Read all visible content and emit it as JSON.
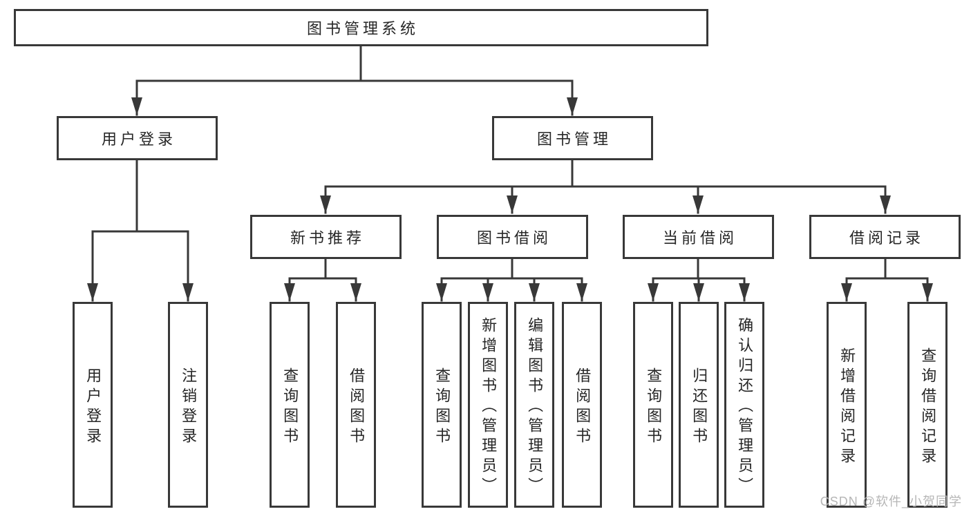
{
  "diagram": {
    "type": "hierarchy-tree",
    "root": {
      "label": "图书管理系统",
      "children": [
        {
          "label": "用户登录",
          "children": [
            {
              "label": "用户登录"
            },
            {
              "label": "注销登录"
            }
          ]
        },
        {
          "label": "图书管理",
          "children": [
            {
              "label": "新书推荐",
              "children": [
                {
                  "label": "查询图书"
                },
                {
                  "label": "借阅图书"
                }
              ]
            },
            {
              "label": "图书借阅",
              "children": [
                {
                  "label": "查询图书"
                },
                {
                  "label": "新增图书（管理员）"
                },
                {
                  "label": "编辑图书（管理员）"
                },
                {
                  "label": "借阅图书"
                }
              ]
            },
            {
              "label": "当前借阅",
              "children": [
                {
                  "label": "查询图书"
                },
                {
                  "label": "归还图书"
                },
                {
                  "label": "确认归还（管理员）"
                }
              ]
            },
            {
              "label": "借阅记录",
              "children": [
                {
                  "label": "新增借阅记录"
                },
                {
                  "label": "查询借阅记录"
                }
              ]
            }
          ]
        }
      ]
    },
    "colors": {
      "line": "#383838",
      "box_border": "#383838",
      "box_fill": "#ffffff",
      "text": "#262626",
      "background": "#ffffff",
      "watermark_text": "#b6b6b6"
    }
  },
  "watermark": {
    "text": "CSDN @软件_小贺同学"
  }
}
